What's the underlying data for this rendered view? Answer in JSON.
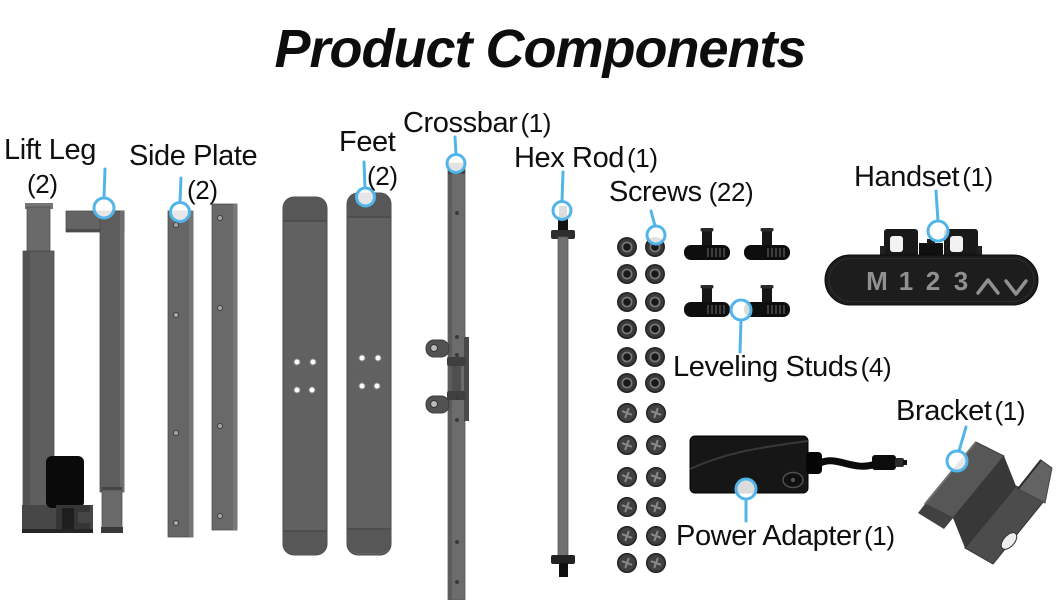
{
  "title": "Product Components",
  "accent_color": "#52b5e9",
  "components": [
    {
      "id": "lift-leg",
      "name": "Lift Leg",
      "count": "(2)"
    },
    {
      "id": "side-plate",
      "name": "Side Plate",
      "count": "(2)"
    },
    {
      "id": "feet",
      "name": "Feet",
      "count": "(2)"
    },
    {
      "id": "crossbar",
      "name": "Crossbar",
      "count": "(1)"
    },
    {
      "id": "hex-rod",
      "name": "Hex Rod",
      "count": "(1)"
    },
    {
      "id": "screws",
      "name": "Screws",
      "count": "(22)"
    },
    {
      "id": "handset",
      "name": "Handset",
      "count": "(1)"
    },
    {
      "id": "leveling-studs",
      "name": "Leveling Studs",
      "count": "(4)"
    },
    {
      "id": "bracket",
      "name": "Bracket",
      "count": "(1)"
    },
    {
      "id": "power-adapter",
      "name": "Power Adapter",
      "count": "(1)"
    }
  ],
  "handset": {
    "buttons": [
      "M",
      "1",
      "2",
      "3"
    ]
  }
}
